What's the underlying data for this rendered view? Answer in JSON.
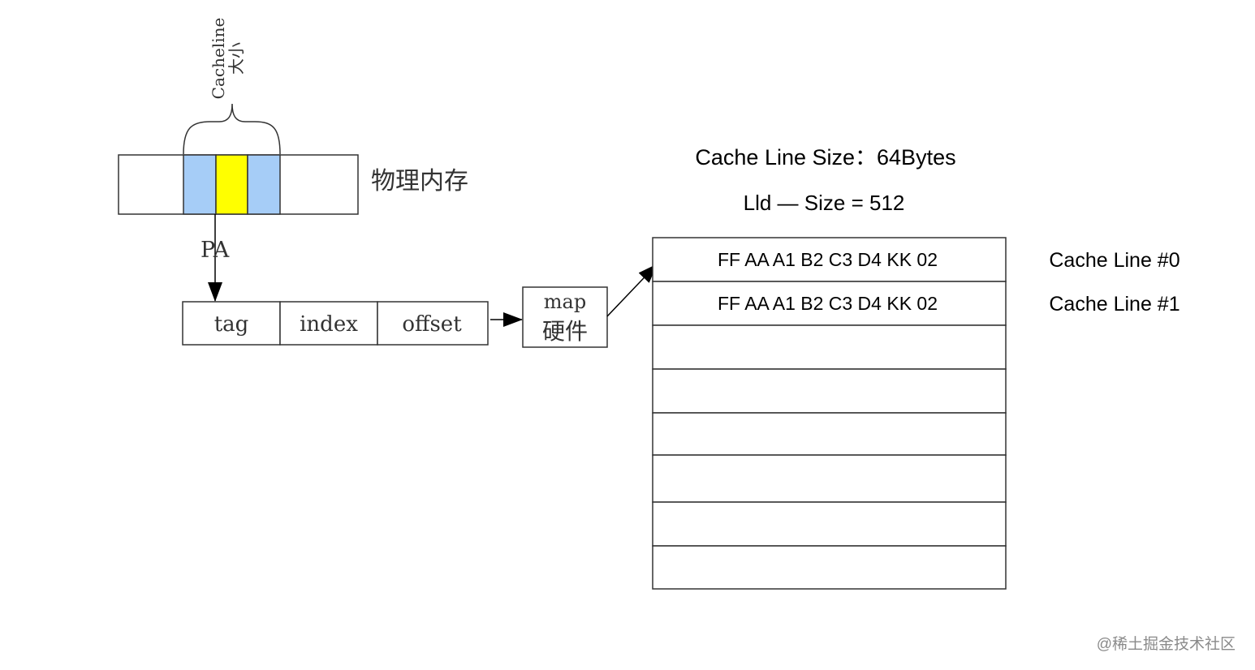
{
  "memory": {
    "brace_label_line1": "Cacheline",
    "brace_label_line2": "大小",
    "label": "物理内存",
    "colors": {
      "cell": "#a6cdf7",
      "highlight": "#ffff00",
      "border": "#333333"
    }
  },
  "address": {
    "pa_label": "PA",
    "fields": [
      "tag",
      "index",
      "offset"
    ]
  },
  "map_box": {
    "line1": "map",
    "line2": "硬件"
  },
  "cache": {
    "header_line1": "Cache Line Size：64Bytes",
    "header_line2": "Lld — Size = 512",
    "rows": [
      {
        "content": "FF AA A1 B2 C3 D4  KK 02",
        "label": "Cache Line #0"
      },
      {
        "content": "FF AA A1 B2 C3 D4  KK 02",
        "label": "Cache Line #1"
      },
      {
        "content": "",
        "label": ""
      },
      {
        "content": "",
        "label": ""
      },
      {
        "content": "",
        "label": ""
      },
      {
        "content": "",
        "label": ""
      },
      {
        "content": "",
        "label": ""
      },
      {
        "content": "",
        "label": ""
      }
    ]
  },
  "watermark": "@稀土掘金技术社区"
}
